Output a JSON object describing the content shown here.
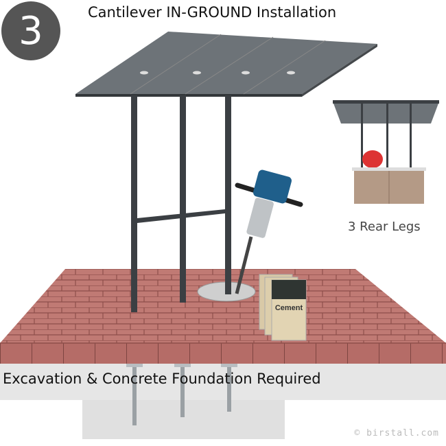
{
  "badge_number": "3",
  "title": "Cantilever IN-GROUND Installation",
  "inset_caption": "3 Rear Legs",
  "foundation_caption": "Excavation & Concrete Foundation Required",
  "cement_label": "Cement",
  "watermark": "© birstall.com",
  "colors": {
    "paver": "#b9706c",
    "post": "#3b3f43",
    "concrete": "#e4e4e4",
    "badge": "#555555"
  }
}
